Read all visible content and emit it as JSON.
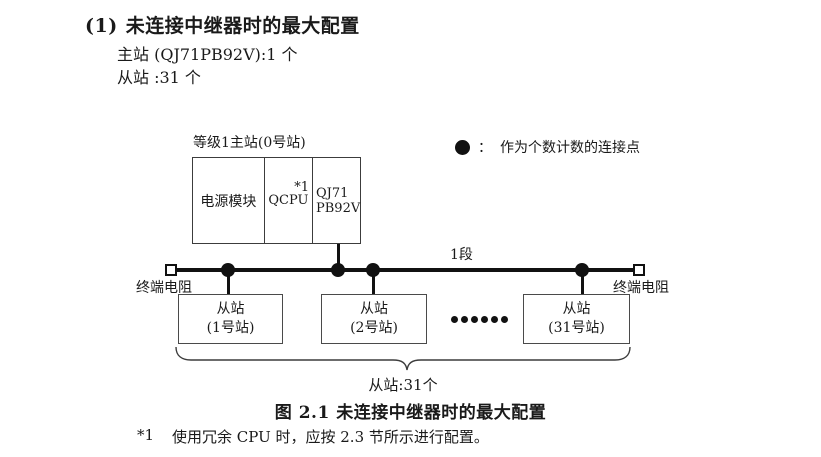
{
  "header": {
    "heading_number": "(1)",
    "heading_text": "未连接中继器时的最大配置",
    "master_count_line": "主站 (QJ71PB92V):1 个",
    "slave_count_line": "从站 :31 个"
  },
  "diagram": {
    "master": {
      "label": "等级1主站(0号站)",
      "power_cell": "电源模块",
      "cpu_cell": "QCPU",
      "cpu_note": "*1",
      "module_line1": "QJ71",
      "module_line2": "PB92V"
    },
    "legend": {
      "colon": "：",
      "text": "作为个数计数的连接点"
    },
    "segment_label": "1段",
    "terminator_left_label": "终端电阻",
    "terminator_right_label": "终端电阻",
    "slaves": [
      {
        "line1": "从站",
        "line2": "(1号站)"
      },
      {
        "line1": "从站",
        "line2": "(2号站)"
      },
      {
        "line1": "从站",
        "line2": "(31号站)"
      }
    ],
    "brace_label": "从站:31个"
  },
  "caption": "图 2.1 未连接中继器时的最大配置",
  "footnote": {
    "marker": "*1",
    "text": "使用冗余 CPU 时，应按 2.3 节所示进行配置。"
  },
  "colors": {
    "ink": "#111111",
    "box_border": "#4a4a4a",
    "background": "#ffffff"
  }
}
